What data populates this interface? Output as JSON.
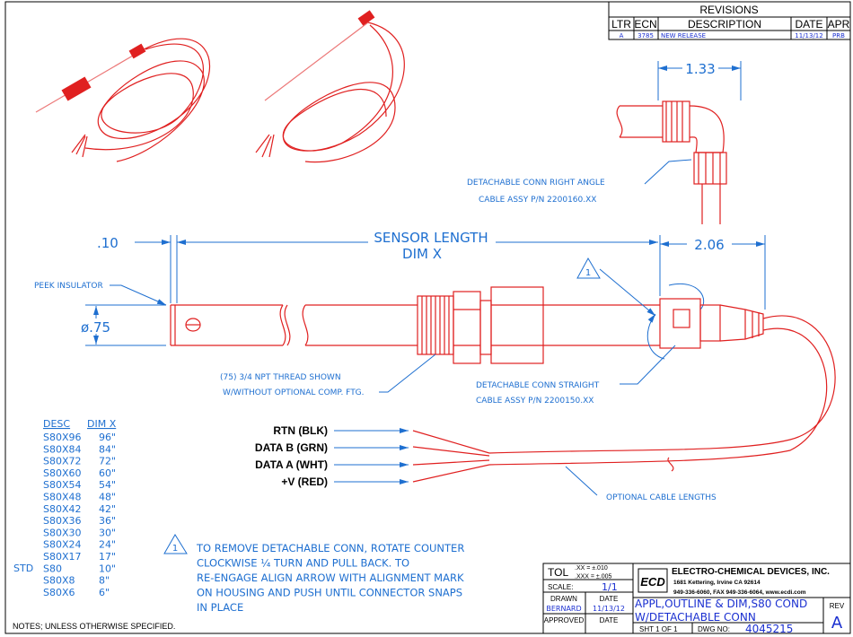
{
  "colors": {
    "dimension": "#1e6fd0",
    "part": "#e02020",
    "wire_label": "#000000",
    "title_fill": "#1a2fd0"
  },
  "revisions": {
    "title": "REVISIONS",
    "headers": [
      "LTR",
      "ECN",
      "DESCRIPTION",
      "DATE",
      "APR"
    ],
    "rows": [
      {
        "ltr": "A",
        "ecn": "3785",
        "description": "NEW RELEASE",
        "date": "11/13/12",
        "apr": "PRB"
      }
    ]
  },
  "dimensions": {
    "tip": ".10",
    "sensor_length": "SENSOR LENGTH",
    "dim_x": "DIM X",
    "connector": "2.06",
    "diameter": "ø.75",
    "right_angle": "1.33"
  },
  "callouts": {
    "peek": "PEEK INSULATOR",
    "thread_1": "(75) 3/4 NPT THREAD SHOWN",
    "thread_2": "W/WITHOUT OPTIONAL COMP. FTG.",
    "straight_1": "DETACHABLE CONN STRAIGHT",
    "straight_2": "CABLE ASSY P/N 2200150.XX",
    "right_angle_1": "DETACHABLE CONN RIGHT ANGLE",
    "right_angle_2": "CABLE ASSY P/N 2200160.XX",
    "cable_lengths": "OPTIONAL CABLE LENGTHS",
    "note_marker": "1"
  },
  "wires": [
    "RTN (BLK)",
    "DATA B (GRN)",
    "DATA A (WHT)",
    "+V (RED)"
  ],
  "length_table": {
    "headers": [
      "DESC",
      "DIM X"
    ],
    "std_label": "STD",
    "rows": [
      {
        "desc": "S80X96",
        "dim": "96\""
      },
      {
        "desc": "S80X84",
        "dim": "84\""
      },
      {
        "desc": "S80X72",
        "dim": "72\""
      },
      {
        "desc": "S80X60",
        "dim": "60\""
      },
      {
        "desc": "S80X54",
        "dim": "54\""
      },
      {
        "desc": "S80X48",
        "dim": "48\""
      },
      {
        "desc": "S80X42",
        "dim": "42\""
      },
      {
        "desc": "S80X36",
        "dim": "36\""
      },
      {
        "desc": "S80X30",
        "dim": "30\""
      },
      {
        "desc": "S80X24",
        "dim": "24\""
      },
      {
        "desc": "S80X17",
        "dim": "17\""
      },
      {
        "desc": "S80",
        "dim": "10\""
      },
      {
        "desc": "S80X8",
        "dim": "8\""
      },
      {
        "desc": "S80X6",
        "dim": "6\""
      }
    ]
  },
  "note": {
    "marker": "1",
    "lines": [
      "TO REMOVE DETACHABLE CONN, ROTATE COUNTER",
      "CLOCKWISE ¼ TURN AND PULL BACK. TO",
      "RE-ENGAGE ALIGN ARROW WITH ALIGNMENT MARK",
      "ON HOUSING AND PUSH UNTIL CONNECTOR SNAPS",
      "IN PLACE"
    ]
  },
  "notes_footer": "NOTES; UNLESS OTHERWISE SPECIFIED.",
  "title_block": {
    "tol_label": "TOL",
    "tol_xx": ".XX = ±.010",
    "tol_xxx": ".XXX = ±.005",
    "scale_label": "SCALE:",
    "scale": "1/1",
    "drawn_label": "DRAWN",
    "date_label": "DATE",
    "drawn_by": "BERNARD",
    "drawn_date": "11/13/12",
    "approved_label": "APPROVED",
    "approved_date_label": "DATE",
    "company": "ELECTRO-CHEMICAL DEVICES, INC.",
    "address": "1681 Kettering, Irvine CA 92614",
    "contact": "949-336-6060, FAX 949-336-6064, www.ecdi.com",
    "logo": "ECD",
    "title_1": "APPL,OUTLINE & DIM,S80 COND",
    "title_2": "W/DETACHABLE CONN",
    "rev_label": "REV",
    "rev": "A",
    "sheet": "SHT 1 OF 1",
    "dwg_label": "DWG NO:",
    "dwg_no": "4045215"
  }
}
